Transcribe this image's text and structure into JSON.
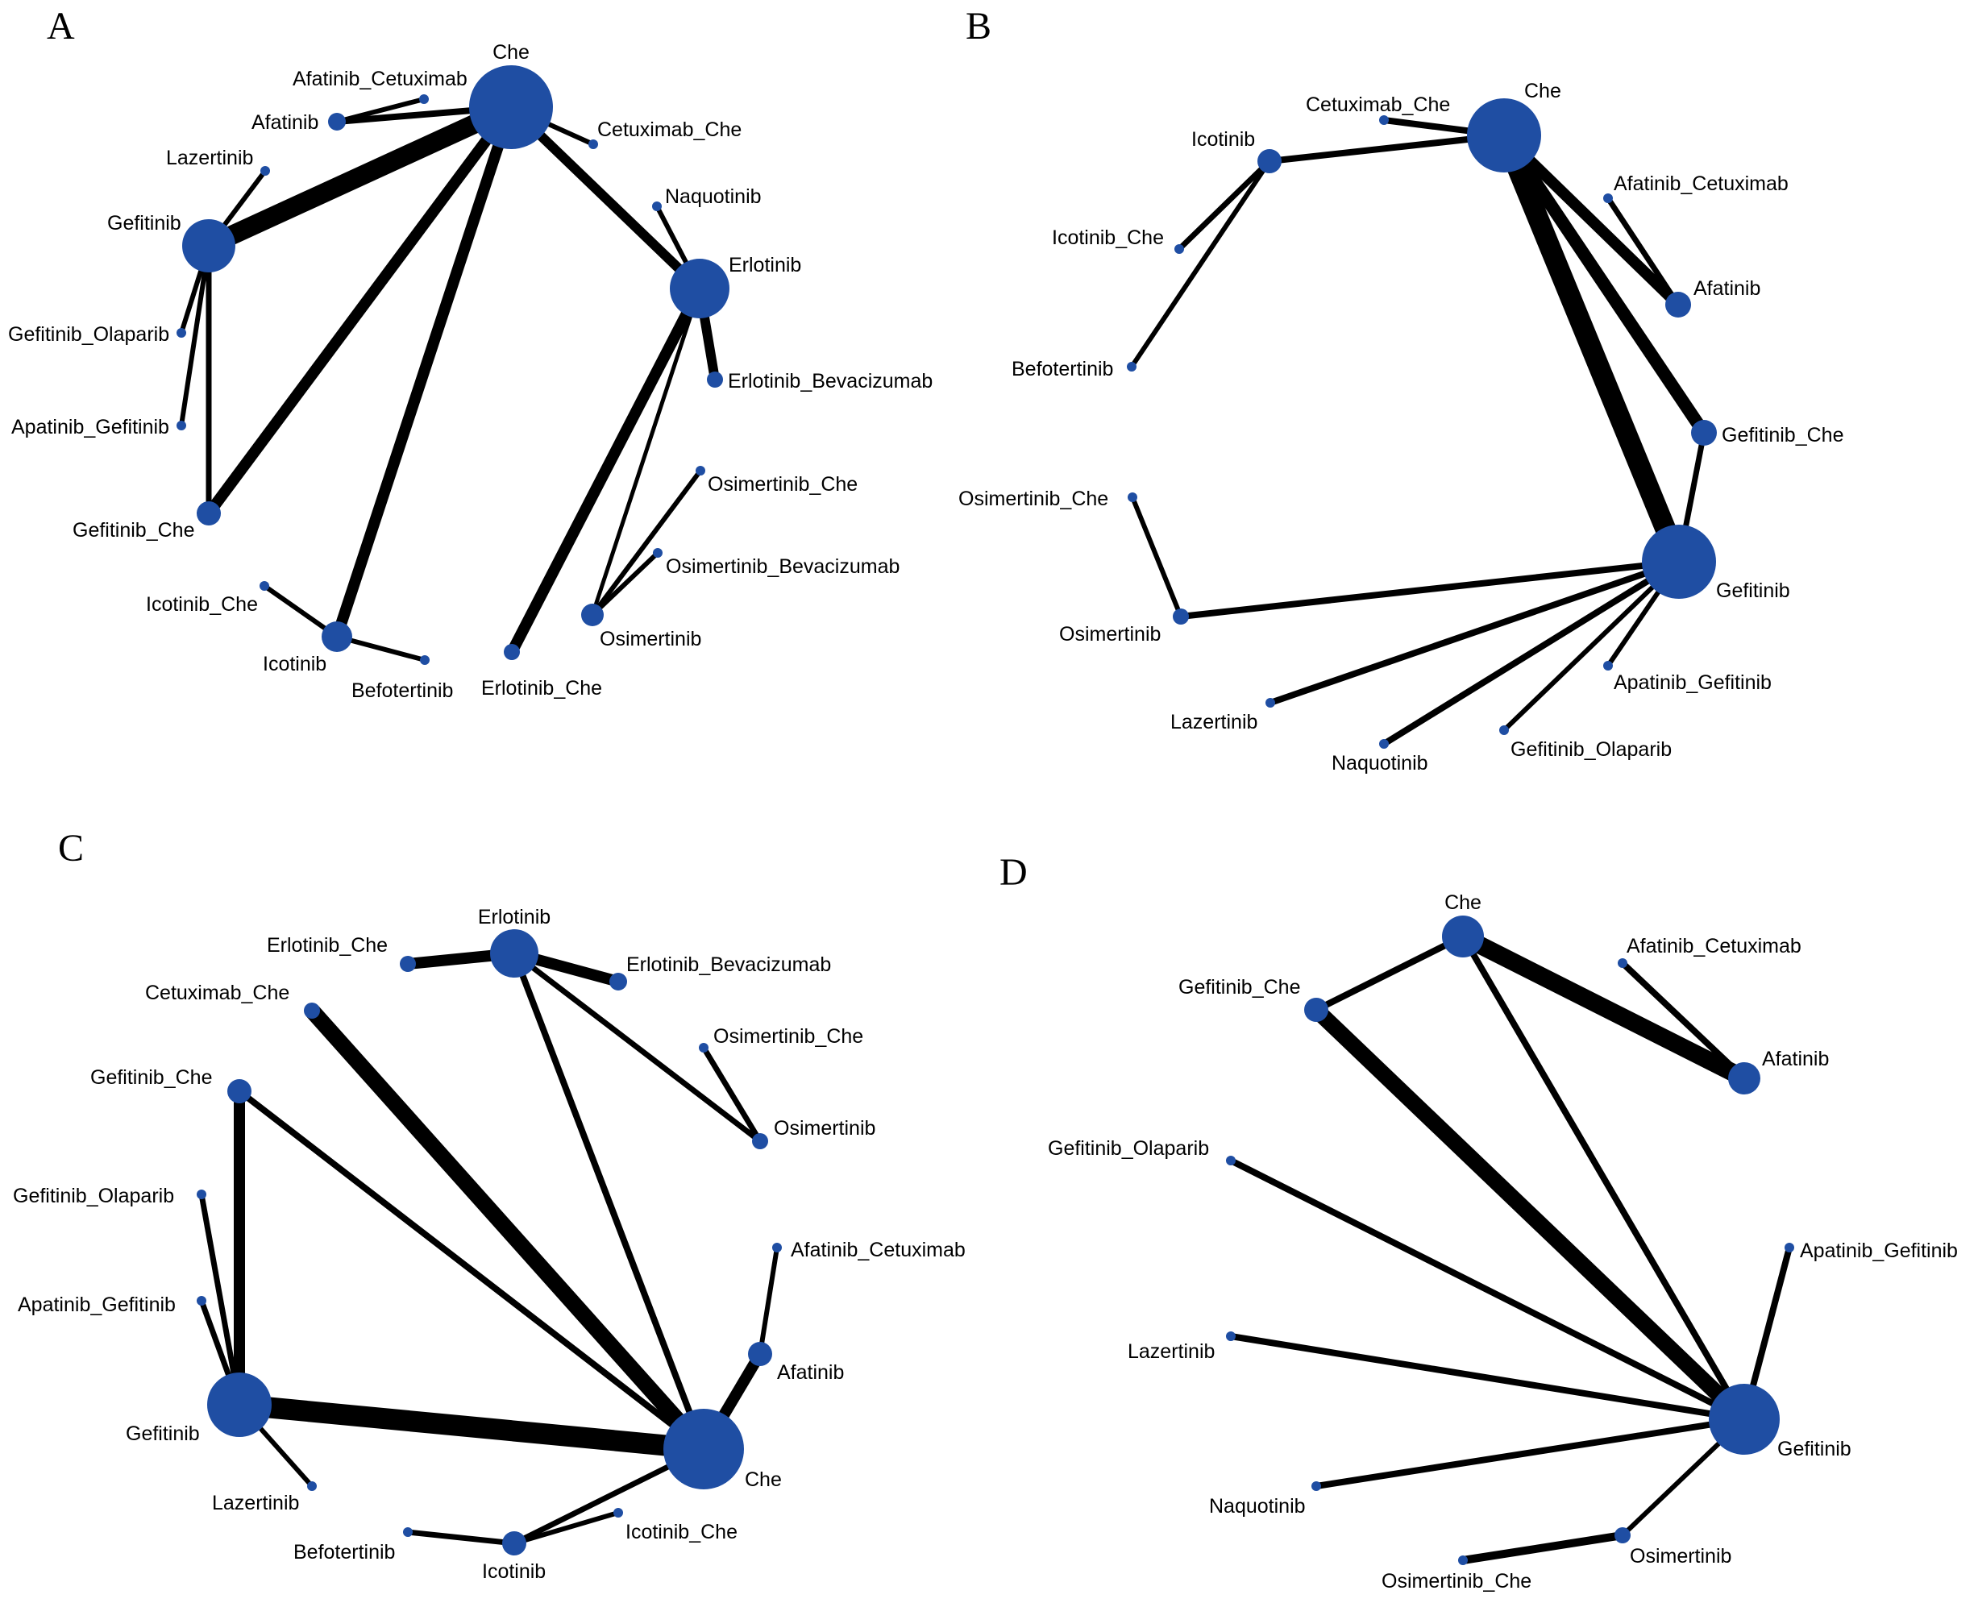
{
  "node_color": "#1f4ea3",
  "edge_color": "#000000",
  "panels": [
    {
      "id": "A",
      "letter": "A",
      "nodes": [
        {
          "id": "Che",
          "label": "Che"
        },
        {
          "id": "Afatinib_Cetuximab",
          "label": "Afatinib_Cetuximab"
        },
        {
          "id": "Afatinib",
          "label": "Afatinib"
        },
        {
          "id": "Cetuximab_Che",
          "label": "Cetuximab_Che"
        },
        {
          "id": "Lazertinib",
          "label": "Lazertinib"
        },
        {
          "id": "Naquotinib",
          "label": "Naquotinib"
        },
        {
          "id": "Gefitinib",
          "label": "Gefitinib"
        },
        {
          "id": "Erlotinib",
          "label": "Erlotinib"
        },
        {
          "id": "Gefitinib_Olaparib",
          "label": "Gefitinib_Olaparib"
        },
        {
          "id": "Erlotinib_Bevacizumab",
          "label": "Erlotinib_Bevacizumab"
        },
        {
          "id": "Apatinib_Gefitinib",
          "label": "Apatinib_Gefitinib"
        },
        {
          "id": "Osimertinib_Che",
          "label": "Osimertinib_Che"
        },
        {
          "id": "Gefitinib_Che",
          "label": "Gefitinib_Che"
        },
        {
          "id": "Osimertinib_Bevacizumab",
          "label": "Osimertinib_Bevacizumab"
        },
        {
          "id": "Icotinib_Che",
          "label": "Icotinib_Che"
        },
        {
          "id": "Osimertinib",
          "label": "Osimertinib"
        },
        {
          "id": "Icotinib",
          "label": "Icotinib"
        },
        {
          "id": "Befotertinib",
          "label": "Befotertinib"
        },
        {
          "id": "Erlotinib_Che",
          "label": "Erlotinib_Che"
        }
      ],
      "edges": [
        {
          "from": "Che",
          "to": "Afatinib"
        },
        {
          "from": "Afatinib",
          "to": "Afatinib_Cetuximab"
        },
        {
          "from": "Che",
          "to": "Cetuximab_Che"
        },
        {
          "from": "Che",
          "to": "Gefitinib"
        },
        {
          "from": "Che",
          "to": "Gefitinib_Che"
        },
        {
          "from": "Che",
          "to": "Icotinib"
        },
        {
          "from": "Che",
          "to": "Erlotinib"
        },
        {
          "from": "Gefitinib",
          "to": "Lazertinib"
        },
        {
          "from": "Gefitinib",
          "to": "Gefitinib_Olaparib"
        },
        {
          "from": "Gefitinib",
          "to": "Apatinib_Gefitinib"
        },
        {
          "from": "Gefitinib",
          "to": "Gefitinib_Che"
        },
        {
          "from": "Erlotinib",
          "to": "Naquotinib"
        },
        {
          "from": "Erlotinib",
          "to": "Erlotinib_Bevacizumab"
        },
        {
          "from": "Erlotinib",
          "to": "Erlotinib_Che"
        },
        {
          "from": "Erlotinib",
          "to": "Osimertinib"
        },
        {
          "from": "Osimertinib",
          "to": "Osimertinib_Che"
        },
        {
          "from": "Osimertinib",
          "to": "Osimertinib_Bevacizumab"
        },
        {
          "from": "Icotinib",
          "to": "Icotinib_Che"
        },
        {
          "from": "Icotinib",
          "to": "Befotertinib"
        }
      ]
    },
    {
      "id": "B",
      "letter": "B",
      "nodes": [
        {
          "id": "Cetuximab_Che",
          "label": "Cetuximab_Che"
        },
        {
          "id": "Che",
          "label": "Che"
        },
        {
          "id": "Icotinib",
          "label": "Icotinib"
        },
        {
          "id": "Afatinib_Cetuximab",
          "label": "Afatinib_Cetuximab"
        },
        {
          "id": "Icotinib_Che",
          "label": "Icotinib_Che"
        },
        {
          "id": "Afatinib",
          "label": "Afatinib"
        },
        {
          "id": "Befotertinib",
          "label": "Befotertinib"
        },
        {
          "id": "Gefitinib_Che",
          "label": "Gefitinib_Che"
        },
        {
          "id": "Osimertinib_Che",
          "label": "Osimertinib_Che"
        },
        {
          "id": "Gefitinib",
          "label": "Gefitinib"
        },
        {
          "id": "Osimertinib",
          "label": "Osimertinib"
        },
        {
          "id": "Apatinib_Gefitinib",
          "label": "Apatinib_Gefitinib"
        },
        {
          "id": "Lazertinib",
          "label": "Lazertinib"
        },
        {
          "id": "Gefitinib_Olaparib",
          "label": "Gefitinib_Olaparib"
        },
        {
          "id": "Naquotinib",
          "label": "Naquotinib"
        }
      ],
      "edges": [
        {
          "from": "Che",
          "to": "Cetuximab_Che"
        },
        {
          "from": "Che",
          "to": "Icotinib"
        },
        {
          "from": "Che",
          "to": "Afatinib"
        },
        {
          "from": "Che",
          "to": "Gefitinib_Che"
        },
        {
          "from": "Che",
          "to": "Gefitinib"
        },
        {
          "from": "Afatinib",
          "to": "Afatinib_Cetuximab"
        },
        {
          "from": "Icotinib",
          "to": "Icotinib_Che"
        },
        {
          "from": "Icotinib",
          "to": "Befotertinib"
        },
        {
          "from": "Gefitinib",
          "to": "Gefitinib_Che"
        },
        {
          "from": "Gefitinib",
          "to": "Osimertinib"
        },
        {
          "from": "Gefitinib",
          "to": "Lazertinib"
        },
        {
          "from": "Gefitinib",
          "to": "Naquotinib"
        },
        {
          "from": "Gefitinib",
          "to": "Gefitinib_Olaparib"
        },
        {
          "from": "Gefitinib",
          "to": "Apatinib_Gefitinib"
        },
        {
          "from": "Osimertinib",
          "to": "Osimertinib_Che"
        }
      ]
    },
    {
      "id": "C",
      "letter": "C",
      "nodes": [
        {
          "id": "Erlotinib",
          "label": "Erlotinib"
        },
        {
          "id": "Erlotinib_Che",
          "label": "Erlotinib_Che"
        },
        {
          "id": "Erlotinib_Bevacizumab",
          "label": "Erlotinib_Bevacizumab"
        },
        {
          "id": "Cetuximab_Che",
          "label": "Cetuximab_Che"
        },
        {
          "id": "Osimertinib_Che",
          "label": "Osimertinib_Che"
        },
        {
          "id": "Gefitinib_Che",
          "label": "Gefitinib_Che"
        },
        {
          "id": "Osimertinib",
          "label": "Osimertinib"
        },
        {
          "id": "Gefitinib_Olaparib",
          "label": "Gefitinib_Olaparib"
        },
        {
          "id": "Afatinib_Cetuximab",
          "label": "Afatinib_Cetuximab"
        },
        {
          "id": "Apatinib_Gefitinib",
          "label": "Apatinib_Gefitinib"
        },
        {
          "id": "Afatinib",
          "label": "Afatinib"
        },
        {
          "id": "Gefitinib",
          "label": "Gefitinib"
        },
        {
          "id": "Che",
          "label": "Che"
        },
        {
          "id": "Lazertinib",
          "label": "Lazertinib"
        },
        {
          "id": "Icotinib_Che",
          "label": "Icotinib_Che"
        },
        {
          "id": "Befotertinib",
          "label": "Befotertinib"
        },
        {
          "id": "Icotinib",
          "label": "Icotinib"
        }
      ],
      "edges": [
        {
          "from": "Erlotinib",
          "to": "Erlotinib_Che"
        },
        {
          "from": "Erlotinib",
          "to": "Erlotinib_Bevacizumab"
        },
        {
          "from": "Erlotinib",
          "to": "Osimertinib"
        },
        {
          "from": "Erlotinib",
          "to": "Che"
        },
        {
          "from": "Osimertinib",
          "to": "Osimertinib_Che"
        },
        {
          "from": "Cetuximab_Che",
          "to": "Che"
        },
        {
          "from": "Gefitinib_Che",
          "to": "Che"
        },
        {
          "from": "Gefitinib_Che",
          "to": "Gefitinib"
        },
        {
          "from": "Gefitinib",
          "to": "Gefitinib_Olaparib"
        },
        {
          "from": "Gefitinib",
          "to": "Apatinib_Gefitinib"
        },
        {
          "from": "Gefitinib",
          "to": "Lazertinib"
        },
        {
          "from": "Gefitinib",
          "to": "Che"
        },
        {
          "from": "Afatinib",
          "to": "Afatinib_Cetuximab"
        },
        {
          "from": "Afatinib",
          "to": "Che"
        },
        {
          "from": "Che",
          "to": "Icotinib"
        },
        {
          "from": "Icotinib",
          "to": "Icotinib_Che"
        },
        {
          "from": "Icotinib",
          "to": "Befotertinib"
        }
      ]
    },
    {
      "id": "D",
      "letter": "D",
      "nodes": [
        {
          "id": "Che",
          "label": "Che"
        },
        {
          "id": "Afatinib_Cetuximab",
          "label": "Afatinib_Cetuximab"
        },
        {
          "id": "Gefitinib_Che",
          "label": "Gefitinib_Che"
        },
        {
          "id": "Afatinib",
          "label": "Afatinib"
        },
        {
          "id": "Gefitinib_Olaparib",
          "label": "Gefitinib_Olaparib"
        },
        {
          "id": "Apatinib_Gefitinib",
          "label": "Apatinib_Gefitinib"
        },
        {
          "id": "Lazertinib",
          "label": "Lazertinib"
        },
        {
          "id": "Gefitinib",
          "label": "Gefitinib"
        },
        {
          "id": "Naquotinib",
          "label": "Naquotinib"
        },
        {
          "id": "Osimertinib",
          "label": "Osimertinib"
        },
        {
          "id": "Osimertinib_Che",
          "label": "Osimertinib_Che"
        }
      ],
      "edges": [
        {
          "from": "Che",
          "to": "Gefitinib_Che"
        },
        {
          "from": "Che",
          "to": "Afatinib"
        },
        {
          "from": "Che",
          "to": "Gefitinib"
        },
        {
          "from": "Afatinib",
          "to": "Afatinib_Cetuximab"
        },
        {
          "from": "Gefitinib_Che",
          "to": "Gefitinib"
        },
        {
          "from": "Gefitinib",
          "to": "Gefitinib_Olaparib"
        },
        {
          "from": "Gefitinib",
          "to": "Apatinib_Gefitinib"
        },
        {
          "from": "Gefitinib",
          "to": "Lazertinib"
        },
        {
          "from": "Gefitinib",
          "to": "Naquotinib"
        },
        {
          "from": "Gefitinib",
          "to": "Osimertinib"
        },
        {
          "from": "Osimertinib",
          "to": "Osimertinib_Che"
        }
      ]
    }
  ]
}
